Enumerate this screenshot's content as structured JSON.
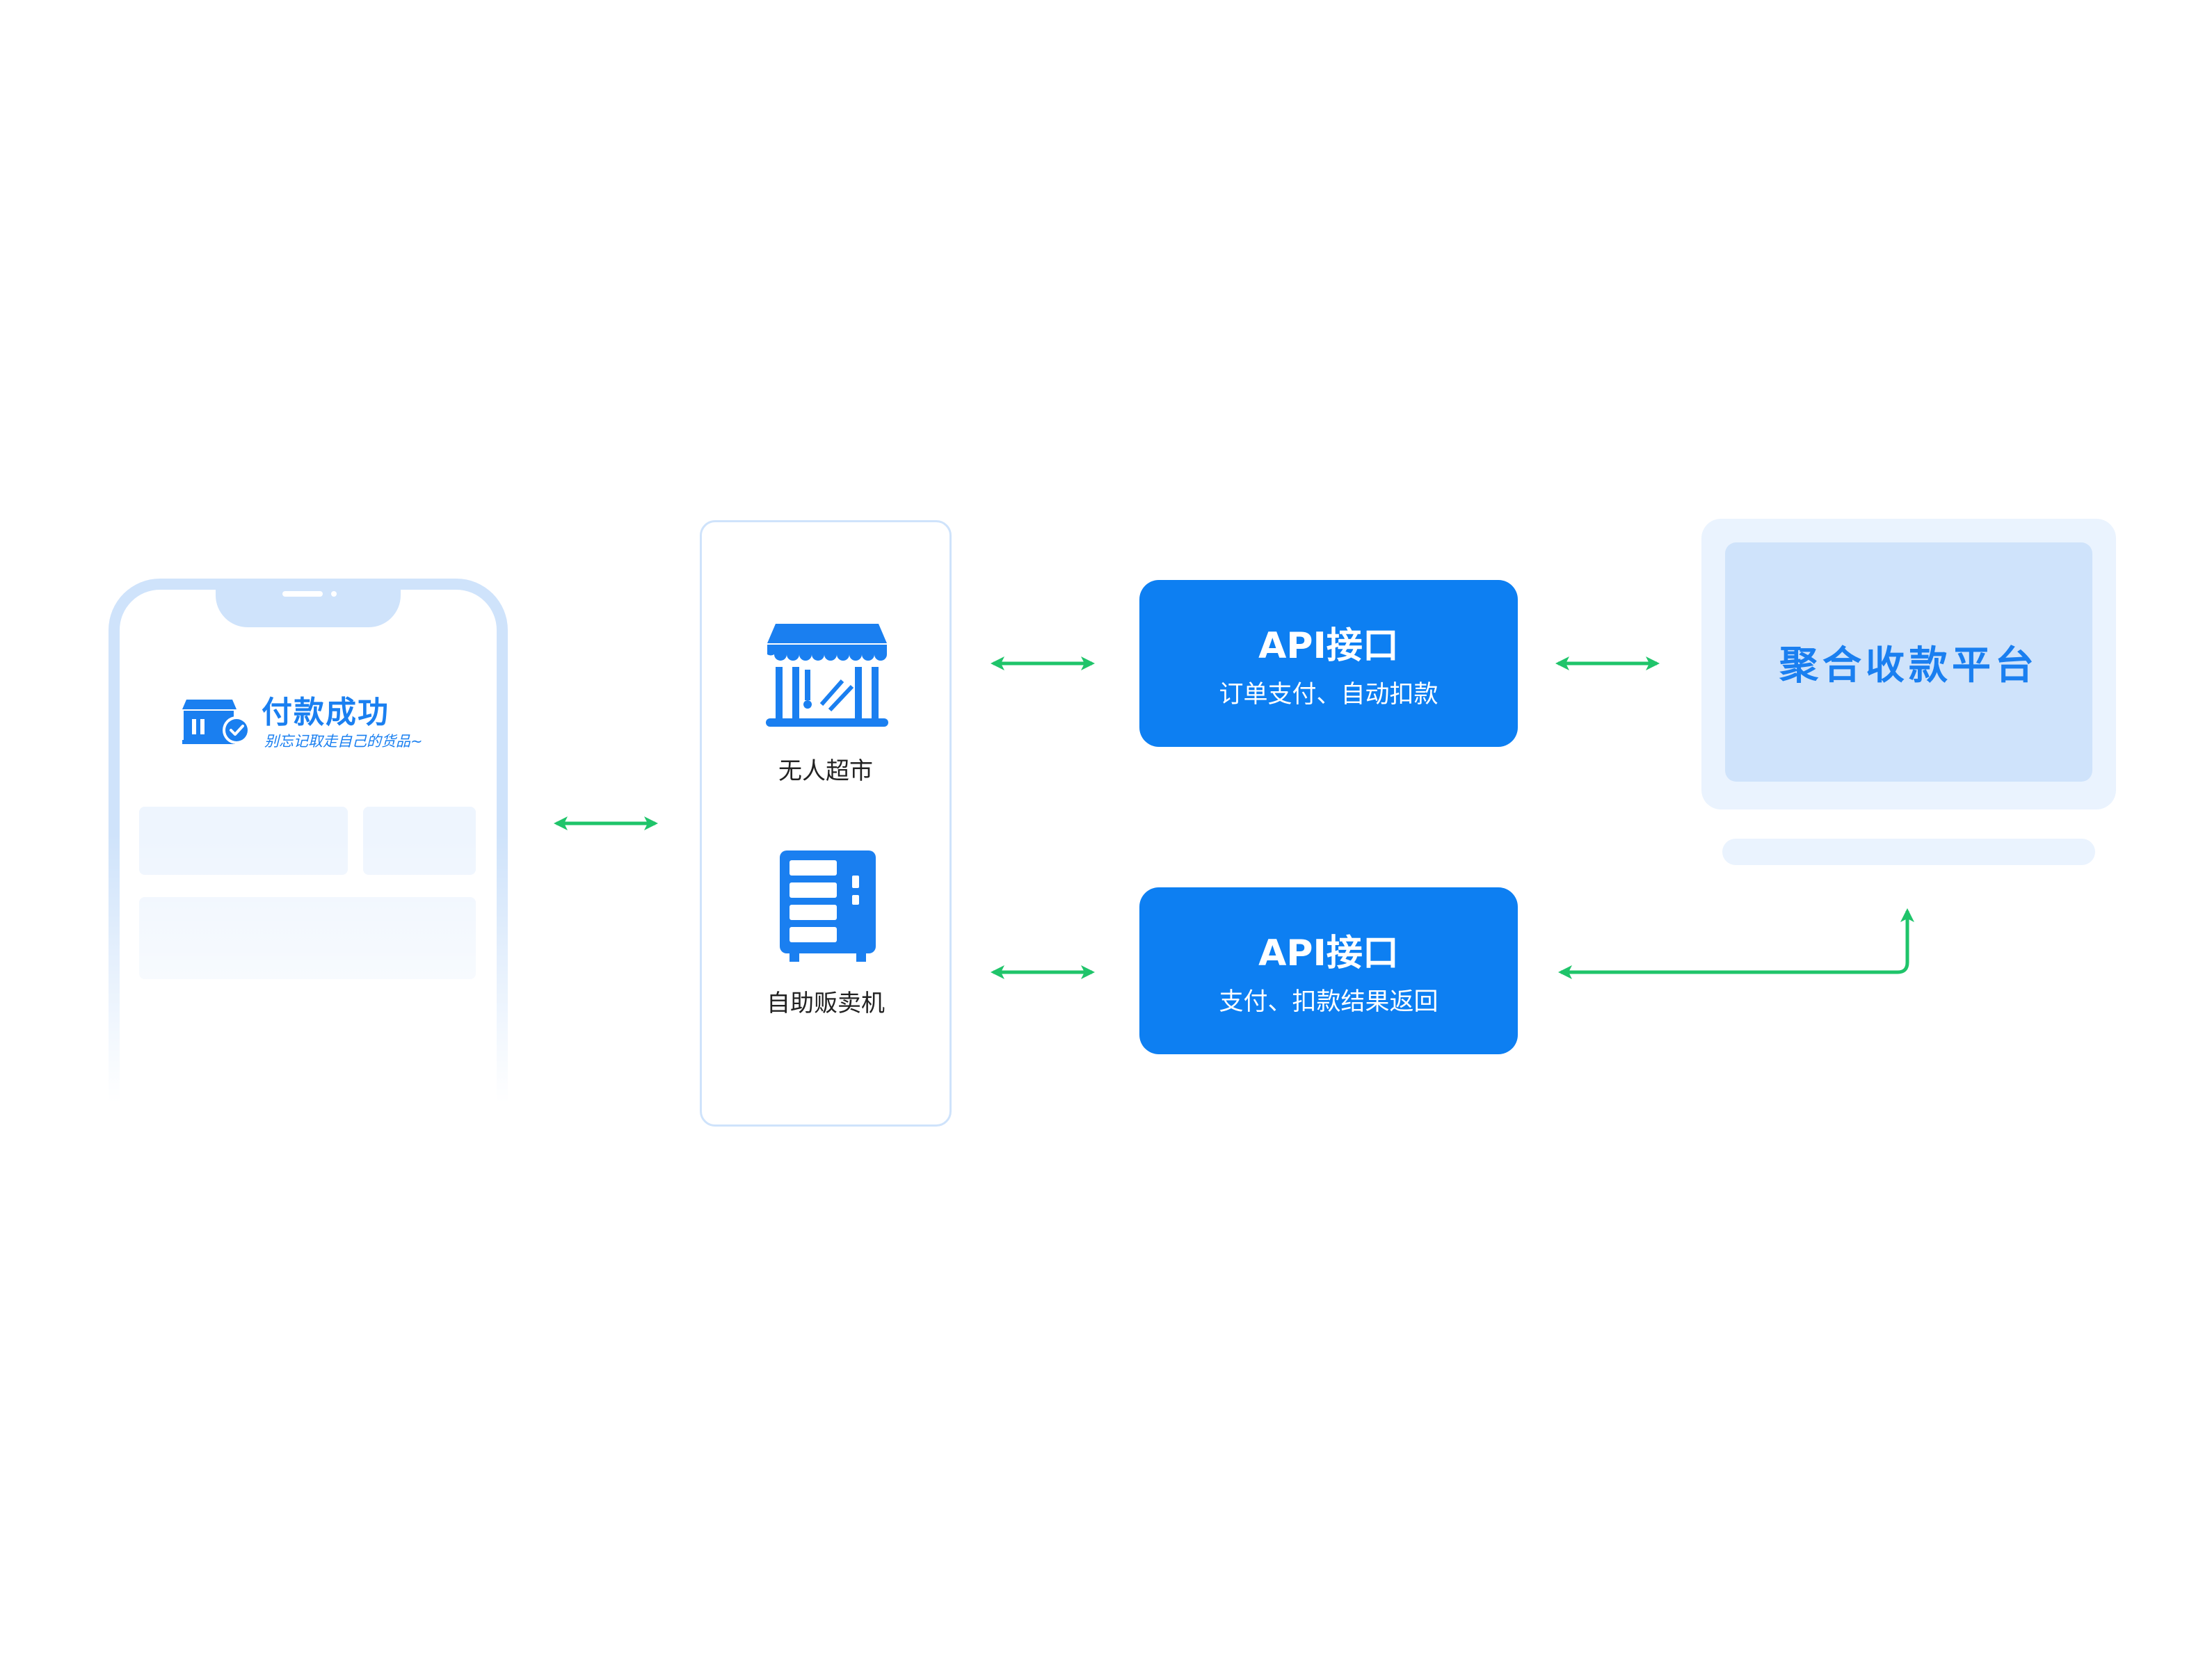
{
  "phone": {
    "title": "付款成功",
    "subtitle": "别忘记取走自己的货品~"
  },
  "terminals": {
    "store_label": "无人超市",
    "vending_label": "自助贩卖机"
  },
  "api_top": {
    "title": "API接口",
    "desc": "订单支付、自动扣款"
  },
  "api_bottom": {
    "title": "API接口",
    "desc": "支付、扣款结果返回"
  },
  "platform": {
    "label": "聚合收款平台"
  },
  "colors": {
    "primary_blue": "#0d7ff2",
    "light_blue": "#cfe3fb",
    "pale_blue": "#eaf3fe",
    "arrow_green": "#1fc46a"
  }
}
